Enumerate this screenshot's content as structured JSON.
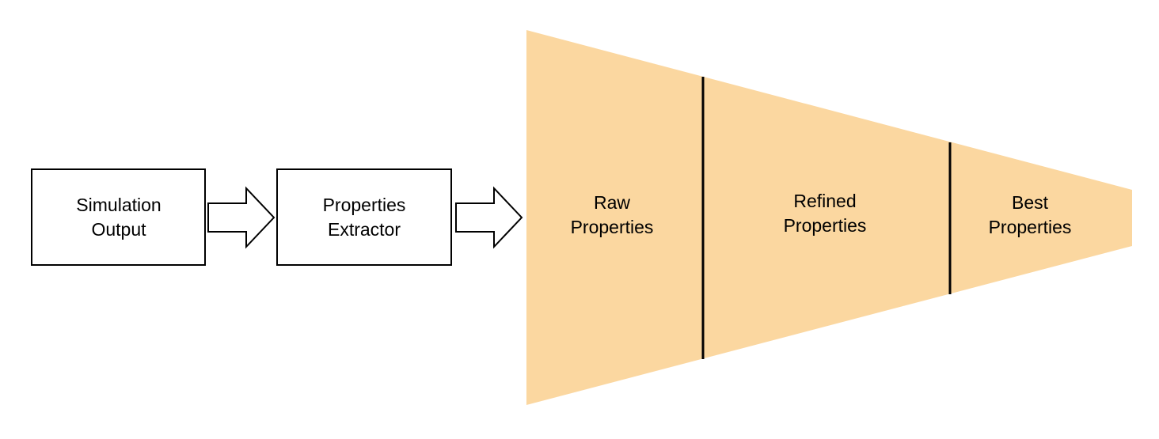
{
  "boxes": [
    {
      "name": "simulation-output",
      "line1": "Simulation",
      "line2": "Output"
    },
    {
      "name": "properties-extractor",
      "line1": "Properties",
      "line2": "Extractor"
    }
  ],
  "funnel": {
    "fill": "#FBD7A0",
    "stroke": "#000000",
    "stages": [
      {
        "line1": "Raw",
        "line2": "Properties"
      },
      {
        "line1": "Refined",
        "line2": "Properties"
      },
      {
        "line1": "Best",
        "line2": "Properties"
      }
    ]
  },
  "colors": {
    "background": "#FFFFFF",
    "box_fill": "#FFFFFF",
    "box_stroke": "#000000",
    "arrow_fill": "#FFFFFF",
    "text": "#000000"
  }
}
